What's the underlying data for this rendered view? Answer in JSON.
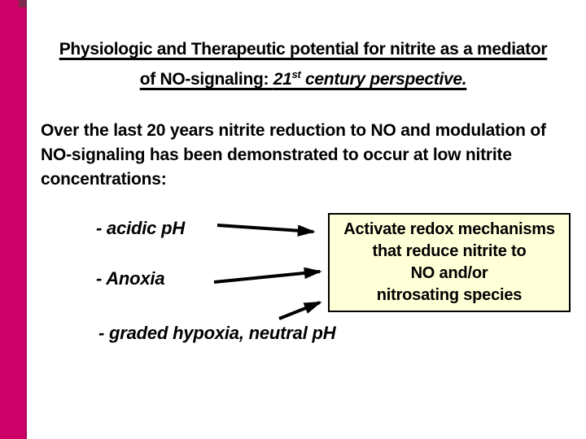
{
  "slide": {
    "title": {
      "line1": "Physiologic and Therapeutic potential for nitrite as a mediator",
      "line2_prefix": "of NO-signaling: ",
      "line2_num": "21",
      "line2_sup": "st",
      "line2_rest": " century perspective."
    },
    "body_lines": [
      "Over the last 20 years nitrite reduction to NO and modulation of",
      "NO-signaling has been demonstrated to occur at low nitrite",
      "concentrations:"
    ],
    "list_items": [
      "- acidic pH",
      "- Anoxia",
      "- graded hypoxia, neutral pH"
    ],
    "box_lines": [
      "Activate redox mechanisms",
      "that reduce nitrite to",
      "NO and/or",
      "nitrosating species"
    ],
    "colors": {
      "accent_bar": "#CC0066",
      "accent_bar_edge": "#AB0457",
      "corner_square": "#7C2B4E",
      "box_background": "#FFFFD8",
      "box_border": "#000000",
      "text": "#000000",
      "background": "#FFFFFF"
    }
  }
}
